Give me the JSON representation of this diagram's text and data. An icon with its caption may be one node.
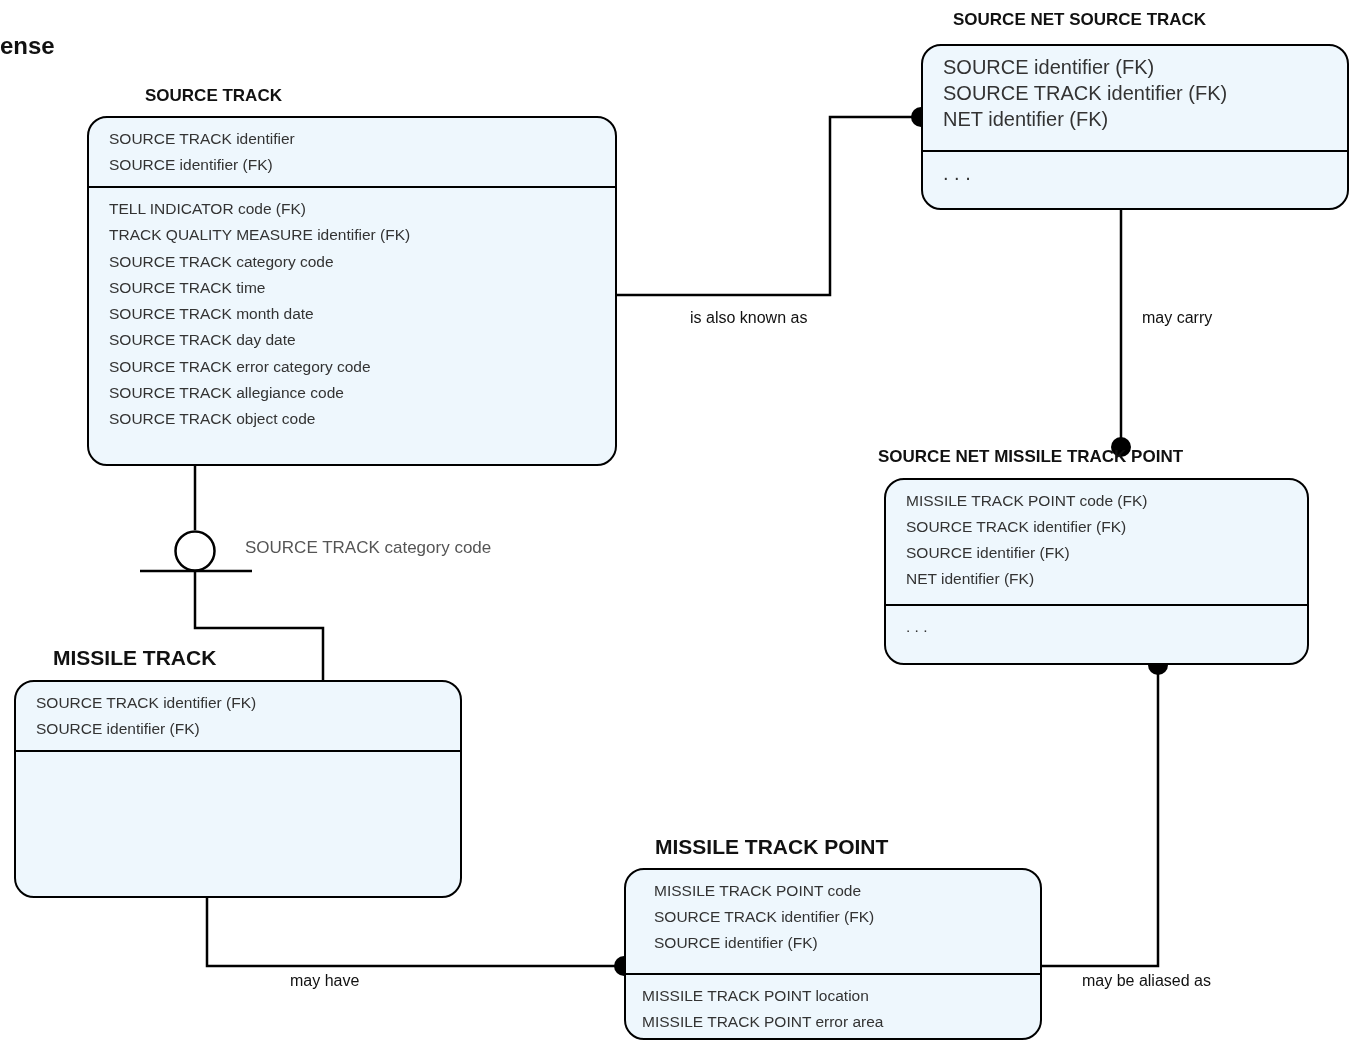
{
  "diagram": {
    "nodes": [
      {
        "text": [
          "SOURCE NET SOURCE TRACK",
          "SOURCE identifier (FK)",
          "SOURCE TRACK identifier (FK)",
          "NET identifier (FK)",
          ". . ."
        ]
      },
      {
        "text": [
          "SOURCE TRACK",
          "SOURCE TRACK identifier",
          "SOURCE identifier (FK)",
          "TELL INDICATOR code (FK)",
          "TRACK QUALITY MEASURE identifier (FK)",
          "SOURCE TRACK category code",
          "SOURCE TRACK time",
          "SOURCE TRACK month date",
          "SOURCE TRACK day date",
          "SOURCE TRACK error category code",
          "SOURCE TRACK allegiance code",
          "SOURCE TRACK object code"
        ]
      },
      {
        "text": [
          "SOURCE NET MISSILE TRACK POINT",
          "MISSILE TRACK POINT code (FK)",
          "SOURCE TRACK identifier (FK)",
          "SOURCE identifier (FK)",
          "NET identifier (FK)",
          ". . ."
        ]
      },
      {
        "text": [],
        "shape": "circle",
        "beside": [
          "SOURCE TRACK category code"
        ]
      },
      {
        "text": [
          "MISSILE TRACK",
          "SOURCE TRACK identifier (FK)",
          "SOURCE identifier (FK)"
        ]
      },
      {
        "text": [
          "MISSILE TRACK POINT",
          "MISSILE TRACK POINT code",
          "SOURCE TRACK identifier (FK)",
          "SOURCE identifier (FK)",
          "MISSILE TRACK POINT location",
          "MISSILE TRACK POINT error area"
        ]
      }
    ],
    "edges": [
      {
        "from": 1,
        "to": 0,
        "arrow": "other",
        "label": "is also known as"
      },
      {
        "from": 0,
        "to": 2,
        "arrow": "other",
        "label": "may carry"
      },
      {
        "from": 1,
        "to": 3,
        "arrow": "none"
      },
      {
        "from": 3,
        "to": 4,
        "arrow": "none"
      },
      {
        "from": 4,
        "to": 5,
        "arrow": "other",
        "label": "may have"
      },
      {
        "from": 5,
        "to": 2,
        "arrow": "other",
        "label": "may be aliased as"
      }
    ],
    "labels": [
      "ense"
    ]
  }
}
